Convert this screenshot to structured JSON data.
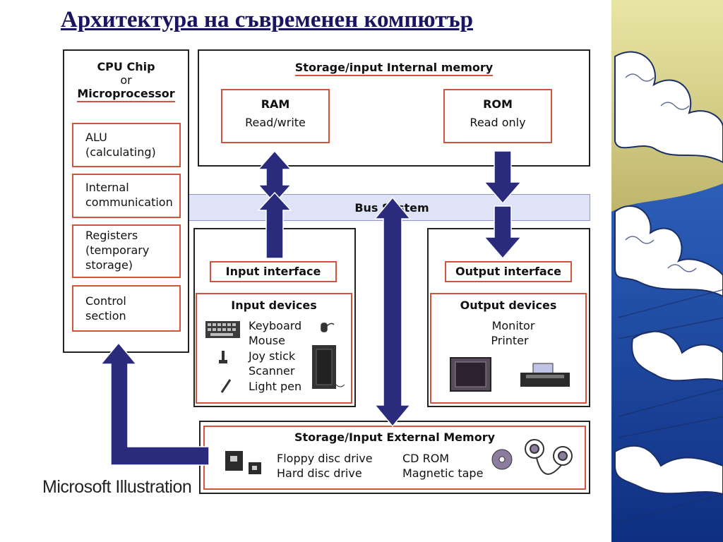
{
  "slide": {
    "title": "Архитектура  на съвременен компютър",
    "credit": "Microsoft Illustration"
  },
  "cpu": {
    "title_line1": "CPU Chip",
    "title_line2": "or",
    "title_line3": "Microprocessor",
    "alu_line1": "ALU",
    "alu_line2": "(calculating)",
    "internal_line1": "Internal",
    "internal_line2": "communication",
    "registers_line1": "Registers",
    "registers_line2": "(temporary",
    "registers_line3": "storage)",
    "control_line1": "Control",
    "control_line2": "section"
  },
  "internal_memory": {
    "title": "Storage/input  Internal memory",
    "ram_title": "RAM",
    "ram_sub": "Read/write",
    "rom_title": "ROM",
    "rom_sub": "Read only"
  },
  "bus": {
    "label": "Bus System"
  },
  "input": {
    "interface": "Input interface",
    "devices_title": "Input devices",
    "items": [
      "Keyboard",
      "Mouse",
      "Joy stick",
      "Scanner",
      "Light pen"
    ]
  },
  "output": {
    "interface": "Output interface",
    "devices_title": "Output devices",
    "items": [
      "Monitor",
      "Printer"
    ]
  },
  "external_memory": {
    "title": "Storage/Input External Memory",
    "col1": [
      "Floppy disc drive",
      "Hard disc drive"
    ],
    "col2": [
      "CD ROM",
      "Magnetic tape"
    ]
  },
  "colors": {
    "arrow_fill": "#2b2b7e",
    "accent_red": "#d4533c",
    "bus_fill": "#dfe3f7",
    "title_color": "#1a1560"
  }
}
